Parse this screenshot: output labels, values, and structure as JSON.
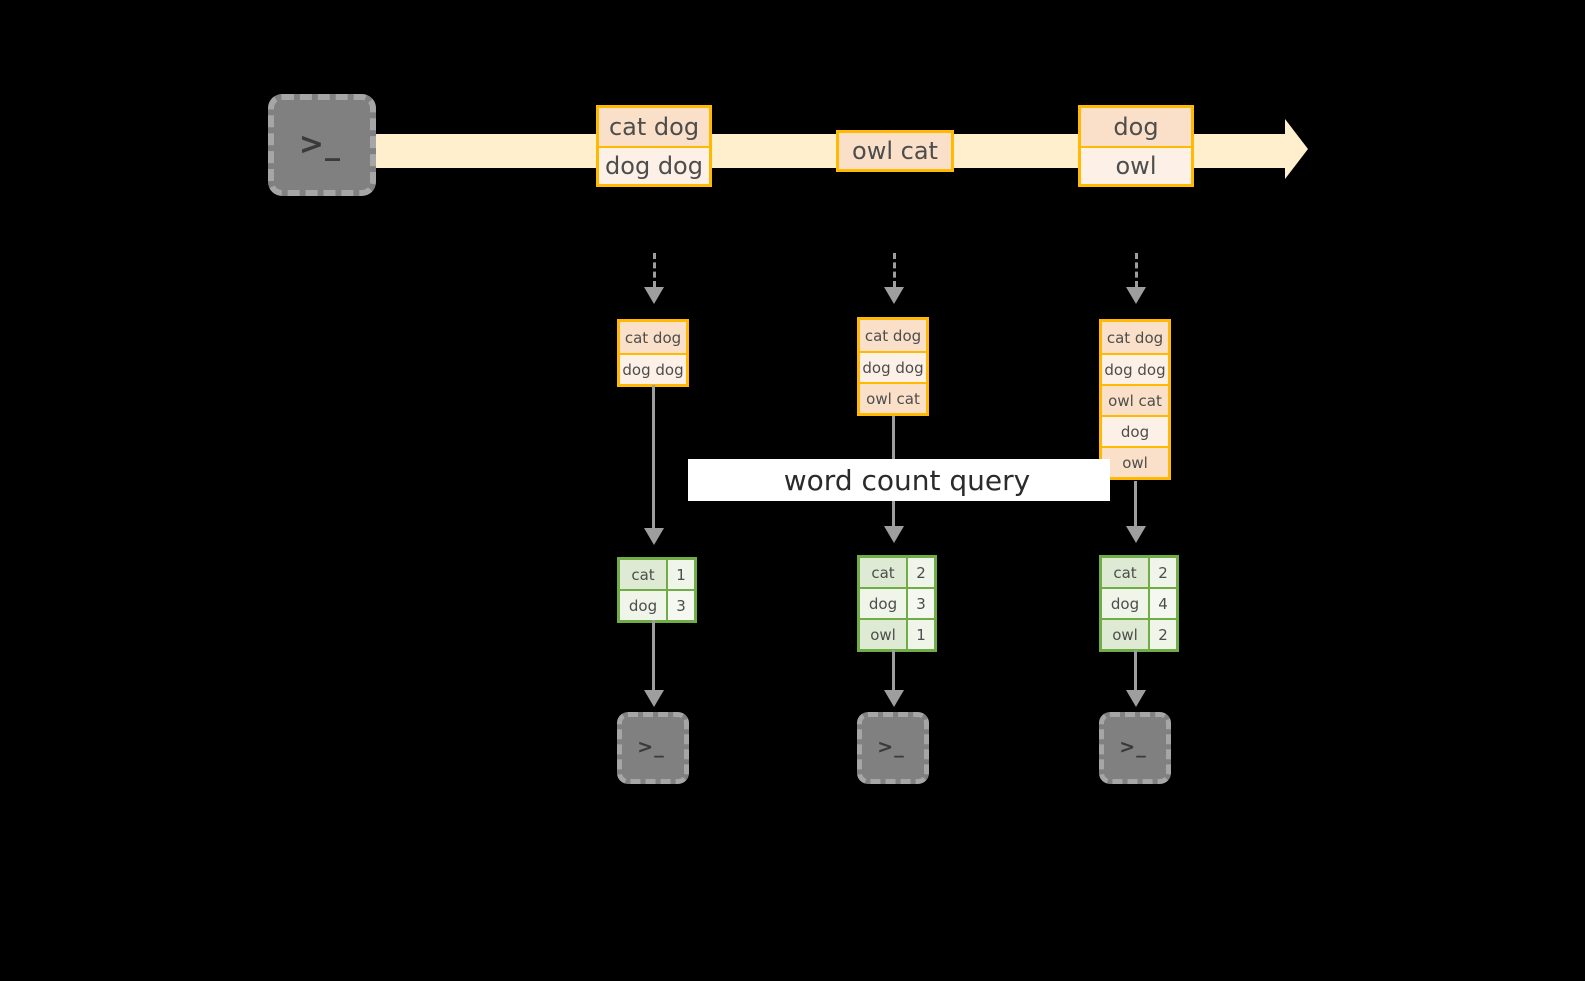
{
  "diagram": {
    "title": "word count query",
    "colors": {
      "background": "#000000",
      "stream_band": "#FFEFCC",
      "message_border": "#FFB900",
      "message_fill_dark": "#FAE0C8",
      "message_fill_light": "#FDF0E6",
      "result_border": "#70AD47",
      "result_fill_key": "#DEEAD3",
      "result_fill_value": "#EFF5E9",
      "arrow": "#9E9E9E",
      "terminal_fill": "#808080",
      "banner_fill": "#FFFFFF"
    }
  },
  "producer": {
    "icon": "terminal-icon",
    "prompt": ">_"
  },
  "stream": {
    "messages": [
      {
        "id": "msg-1",
        "lines": [
          "cat dog",
          "dog dog"
        ]
      },
      {
        "id": "msg-2",
        "lines": [
          "owl cat"
        ]
      },
      {
        "id": "msg-3",
        "lines": [
          "dog",
          "owl"
        ]
      }
    ]
  },
  "snapshots": [
    {
      "id": "snapshot-1",
      "stack": [
        "cat dog",
        "dog dog"
      ],
      "result": {
        "rows": [
          {
            "word": "cat",
            "count": "1"
          },
          {
            "word": "dog",
            "count": "3"
          }
        ]
      },
      "consumer": {
        "icon": "terminal-icon",
        "prompt": ">_"
      }
    },
    {
      "id": "snapshot-2",
      "stack": [
        "cat dog",
        "dog dog",
        "owl cat"
      ],
      "result": {
        "rows": [
          {
            "word": "cat",
            "count": "2"
          },
          {
            "word": "dog",
            "count": "3"
          },
          {
            "word": "owl",
            "count": "1"
          }
        ]
      },
      "consumer": {
        "icon": "terminal-icon",
        "prompt": ">_"
      }
    },
    {
      "id": "snapshot-3",
      "stack": [
        "cat dog",
        "dog dog",
        "owl cat",
        "dog",
        "owl"
      ],
      "result": {
        "rows": [
          {
            "word": "cat",
            "count": "2"
          },
          {
            "word": "dog",
            "count": "4"
          },
          {
            "word": "owl",
            "count": "2"
          }
        ]
      },
      "consumer": {
        "icon": "terminal-icon",
        "prompt": ">_"
      }
    }
  ],
  "query_banner": {
    "label": "word count query"
  }
}
